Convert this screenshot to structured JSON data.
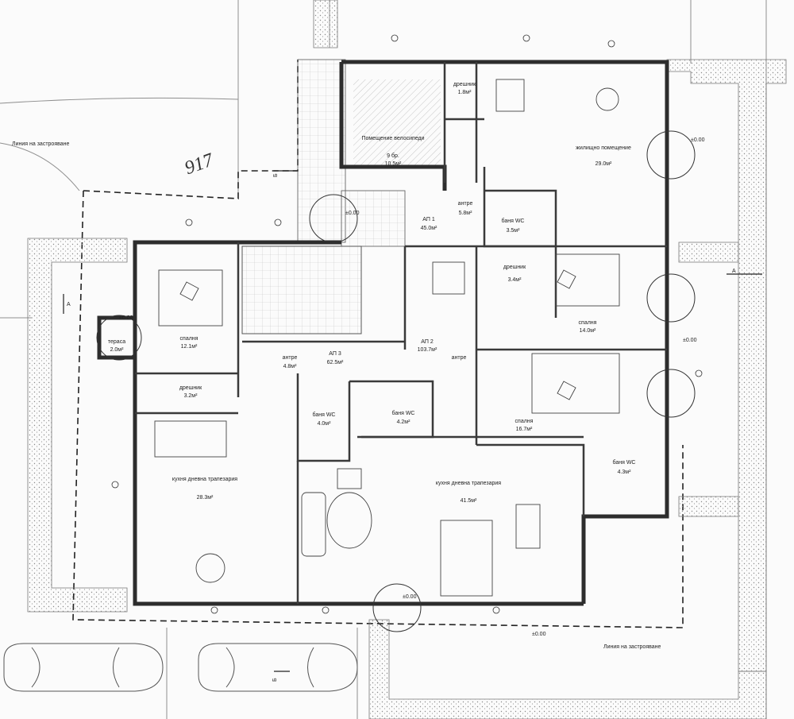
{
  "plan": {
    "parcel_number": "917",
    "boundary_note_top": "Линия на застрояване",
    "boundary_note_bottom": "Линия на застрояване",
    "section_marks": {
      "a_left": "A",
      "a_right": "A",
      "b_top": "Б",
      "b_bottom": "Б"
    },
    "rooms": [
      {
        "id": "bikes",
        "name": "Помещение велосипеди",
        "extra": "9 бр.",
        "area": "10.5м²"
      },
      {
        "id": "storage-top",
        "name": "дрешник",
        "area": "1.8м²"
      },
      {
        "id": "living-top",
        "name": "жилищно помещение",
        "area": "29.0м²"
      },
      {
        "id": "ap1",
        "name": "АП 1",
        "area": "45.0м²"
      },
      {
        "id": "antre1",
        "name": "антре",
        "area": "5.8м²"
      },
      {
        "id": "bath1",
        "name": "баня WC",
        "area": "3.5м²"
      },
      {
        "id": "storage-mid",
        "name": "дрешник",
        "area": "3.4м²"
      },
      {
        "id": "bed-right-1",
        "name": "спалня",
        "area": "14.0м²"
      },
      {
        "id": "terrace",
        "name": "тераса",
        "area": "2.0м²"
      },
      {
        "id": "bed-left",
        "name": "спалня",
        "area": "12.1м²"
      },
      {
        "id": "storage-left",
        "name": "дрешник",
        "area": "3.2м²"
      },
      {
        "id": "antre3",
        "name": "антре",
        "area": "4.8м²"
      },
      {
        "id": "ap3",
        "name": "АП 3",
        "area": "62.5м²"
      },
      {
        "id": "ap2",
        "name": "АП 2",
        "area": "103.7м²"
      },
      {
        "id": "antre2",
        "name": "антре",
        "area": ""
      },
      {
        "id": "bath3",
        "name": "баня WC",
        "area": "4.0м²"
      },
      {
        "id": "bath2",
        "name": "баня WC",
        "area": "4.2м²"
      },
      {
        "id": "bed-right-2",
        "name": "спалня",
        "area": "16.7м²"
      },
      {
        "id": "bath4",
        "name": "баня WC",
        "area": "4.3м²"
      },
      {
        "id": "kitchen-left",
        "name": "кухня дневна трапезария",
        "area": "28.3м²"
      },
      {
        "id": "kitchen-right",
        "name": "кухня дневна трапезария",
        "area": "41.5м²"
      }
    ],
    "levels": {
      "entry": "±0.00",
      "terrace_side": "±0.00",
      "right_1": "±0.00",
      "right_2": "±0.00",
      "front": "±0.00",
      "front_2": "±0.00"
    },
    "colors": {
      "line": "#222222",
      "wall": "#3a3a3a",
      "hatch": "#9a9a9a",
      "paper": "#fbfbfb"
    }
  }
}
